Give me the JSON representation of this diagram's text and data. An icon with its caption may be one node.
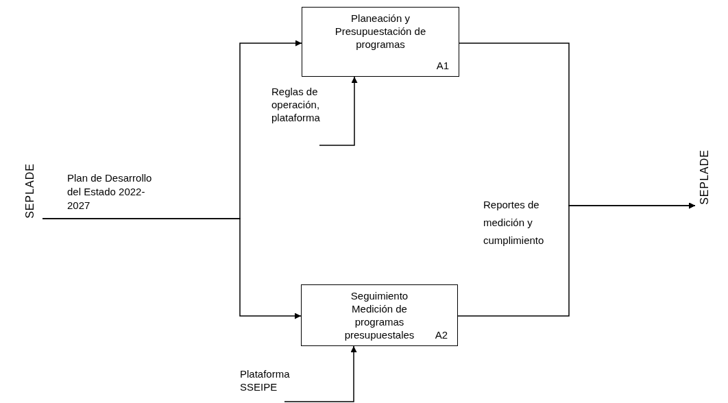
{
  "diagram": {
    "nodes": [
      {
        "text": [
          "SEPLADE"
        ]
      },
      {
        "text": [
          "SEPLADE"
        ]
      },
      {
        "text": [
          "Planeación y Presupuestación de programas",
          "A1"
        ]
      },
      {
        "text": [
          "Seguimiento Medición de programas presupuestales",
          "A2"
        ]
      },
      {
        "text": [
          "Reglas de operación, plataforma"
        ]
      },
      {
        "text": [
          "Plataforma SSEIPE"
        ]
      }
    ],
    "edges": [
      {
        "from": 0,
        "to": 2,
        "arrow": "to",
        "label": "Plan de Desarrollo del Estado 2022-2027"
      },
      {
        "from": 0,
        "to": 3,
        "arrow": "to"
      },
      {
        "from": 2,
        "to": 1,
        "arrow": "to",
        "label": "Reportes de medición y cumplimiento"
      },
      {
        "from": 3,
        "to": 1,
        "arrow": "to"
      },
      {
        "from": 4,
        "to": 2,
        "arrow": "to"
      },
      {
        "from": 5,
        "to": 3,
        "arrow": "to"
      }
    ]
  }
}
